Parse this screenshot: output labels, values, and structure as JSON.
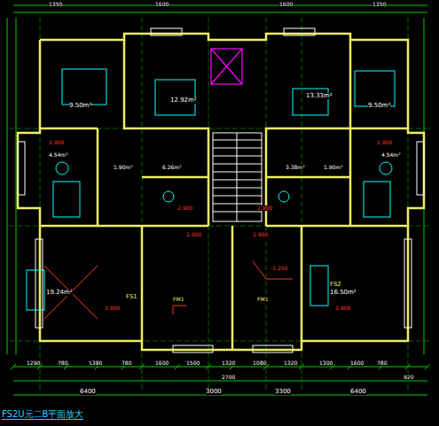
{
  "diagram": {
    "caption": "FS2U元二B平面放大",
    "labels": [
      "13.33m²",
      "12.92m²",
      "9.50m²",
      "9.50m²",
      "4.54m²",
      "4.54m²",
      "6.26m²",
      "1.90m²",
      "1.90m²",
      "3.38m²",
      "19.24m²",
      "16.50m²",
      "2.900",
      "2.900",
      "2.900",
      "2.900",
      "2.900",
      "2.900",
      "2.900",
      "2.900",
      "-1.250",
      "FS1",
      "FS2",
      "FM1",
      "FM1",
      "1290",
      "780",
      "1380",
      "780",
      "1600",
      "1500",
      "1320",
      "1080",
      "1320",
      "1300",
      "1600",
      "780",
      "2700",
      "920",
      "6400",
      "3000",
      "3300",
      "6400",
      "1350",
      "1600",
      "1600",
      "1350"
    ]
  }
}
